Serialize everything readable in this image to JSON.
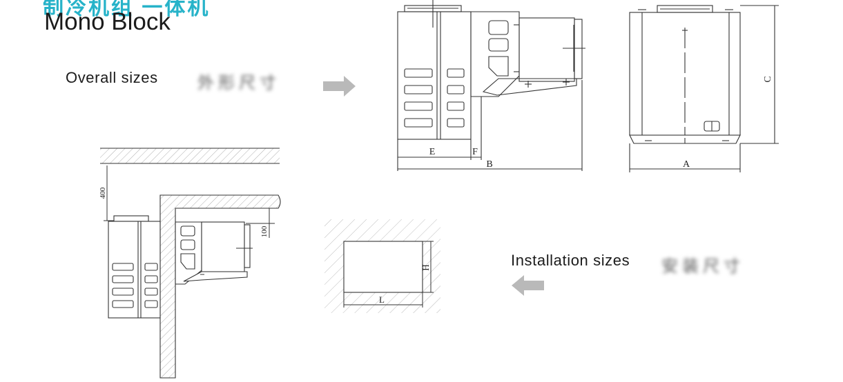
{
  "header": {
    "series_title": "制冷机组 一体机",
    "title": "Mono Block"
  },
  "labels": {
    "overall_sizes": "Overall sizes",
    "installation_sizes": "Installation sizes",
    "overall_sizes_cn": "外形尺寸",
    "installation_sizes_cn": "安装尺寸"
  },
  "dimensions": {
    "a": "A",
    "b": "B",
    "c": "C",
    "e": "E",
    "f": "F",
    "h": "H",
    "l": "L",
    "clearance_top": "400",
    "clearance_side": "100"
  },
  "colors": {
    "accent": "#27b3c9",
    "arrow": "#b9b9b9",
    "line": "#333333"
  }
}
